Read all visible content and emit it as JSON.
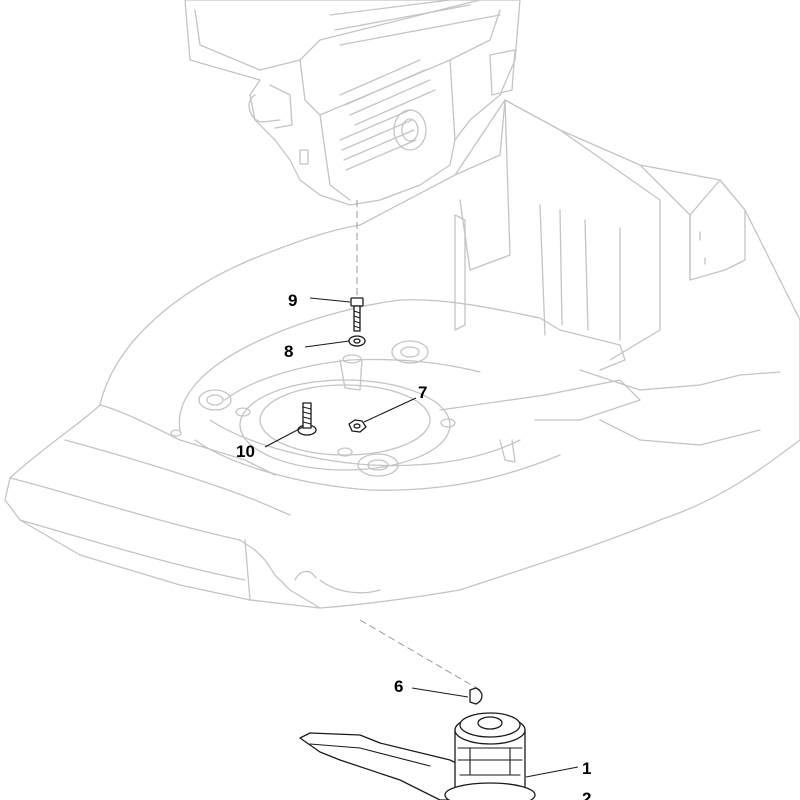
{
  "callouts": [
    {
      "id": "1",
      "label": "1"
    },
    {
      "id": "6",
      "label": "6"
    },
    {
      "id": "7",
      "label": "7"
    },
    {
      "id": "8",
      "label": "8"
    },
    {
      "id": "9",
      "label": "9"
    },
    {
      "id": "10",
      "label": "10"
    },
    {
      "id": "2",
      "label": "2"
    }
  ],
  "colors": {
    "background": "#ffffff",
    "ghost_outline": "#c4c4c4",
    "part_outline": "#1a1a1a"
  }
}
